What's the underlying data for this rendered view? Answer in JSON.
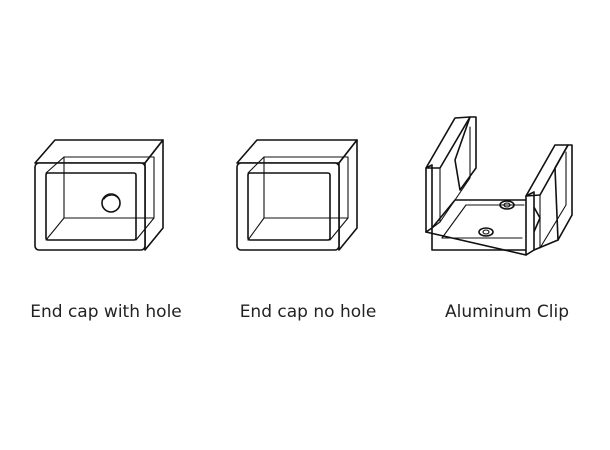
{
  "captions": {
    "item1": "End cap with hole",
    "item2": "End cap no hole",
    "item3": "Aluminum Clip"
  },
  "icons": [
    "end-cap-with-hole-icon",
    "end-cap-no-hole-icon",
    "aluminum-clip-icon"
  ],
  "colors": {
    "line": "#111111",
    "text": "#222222",
    "background": "#ffffff"
  }
}
